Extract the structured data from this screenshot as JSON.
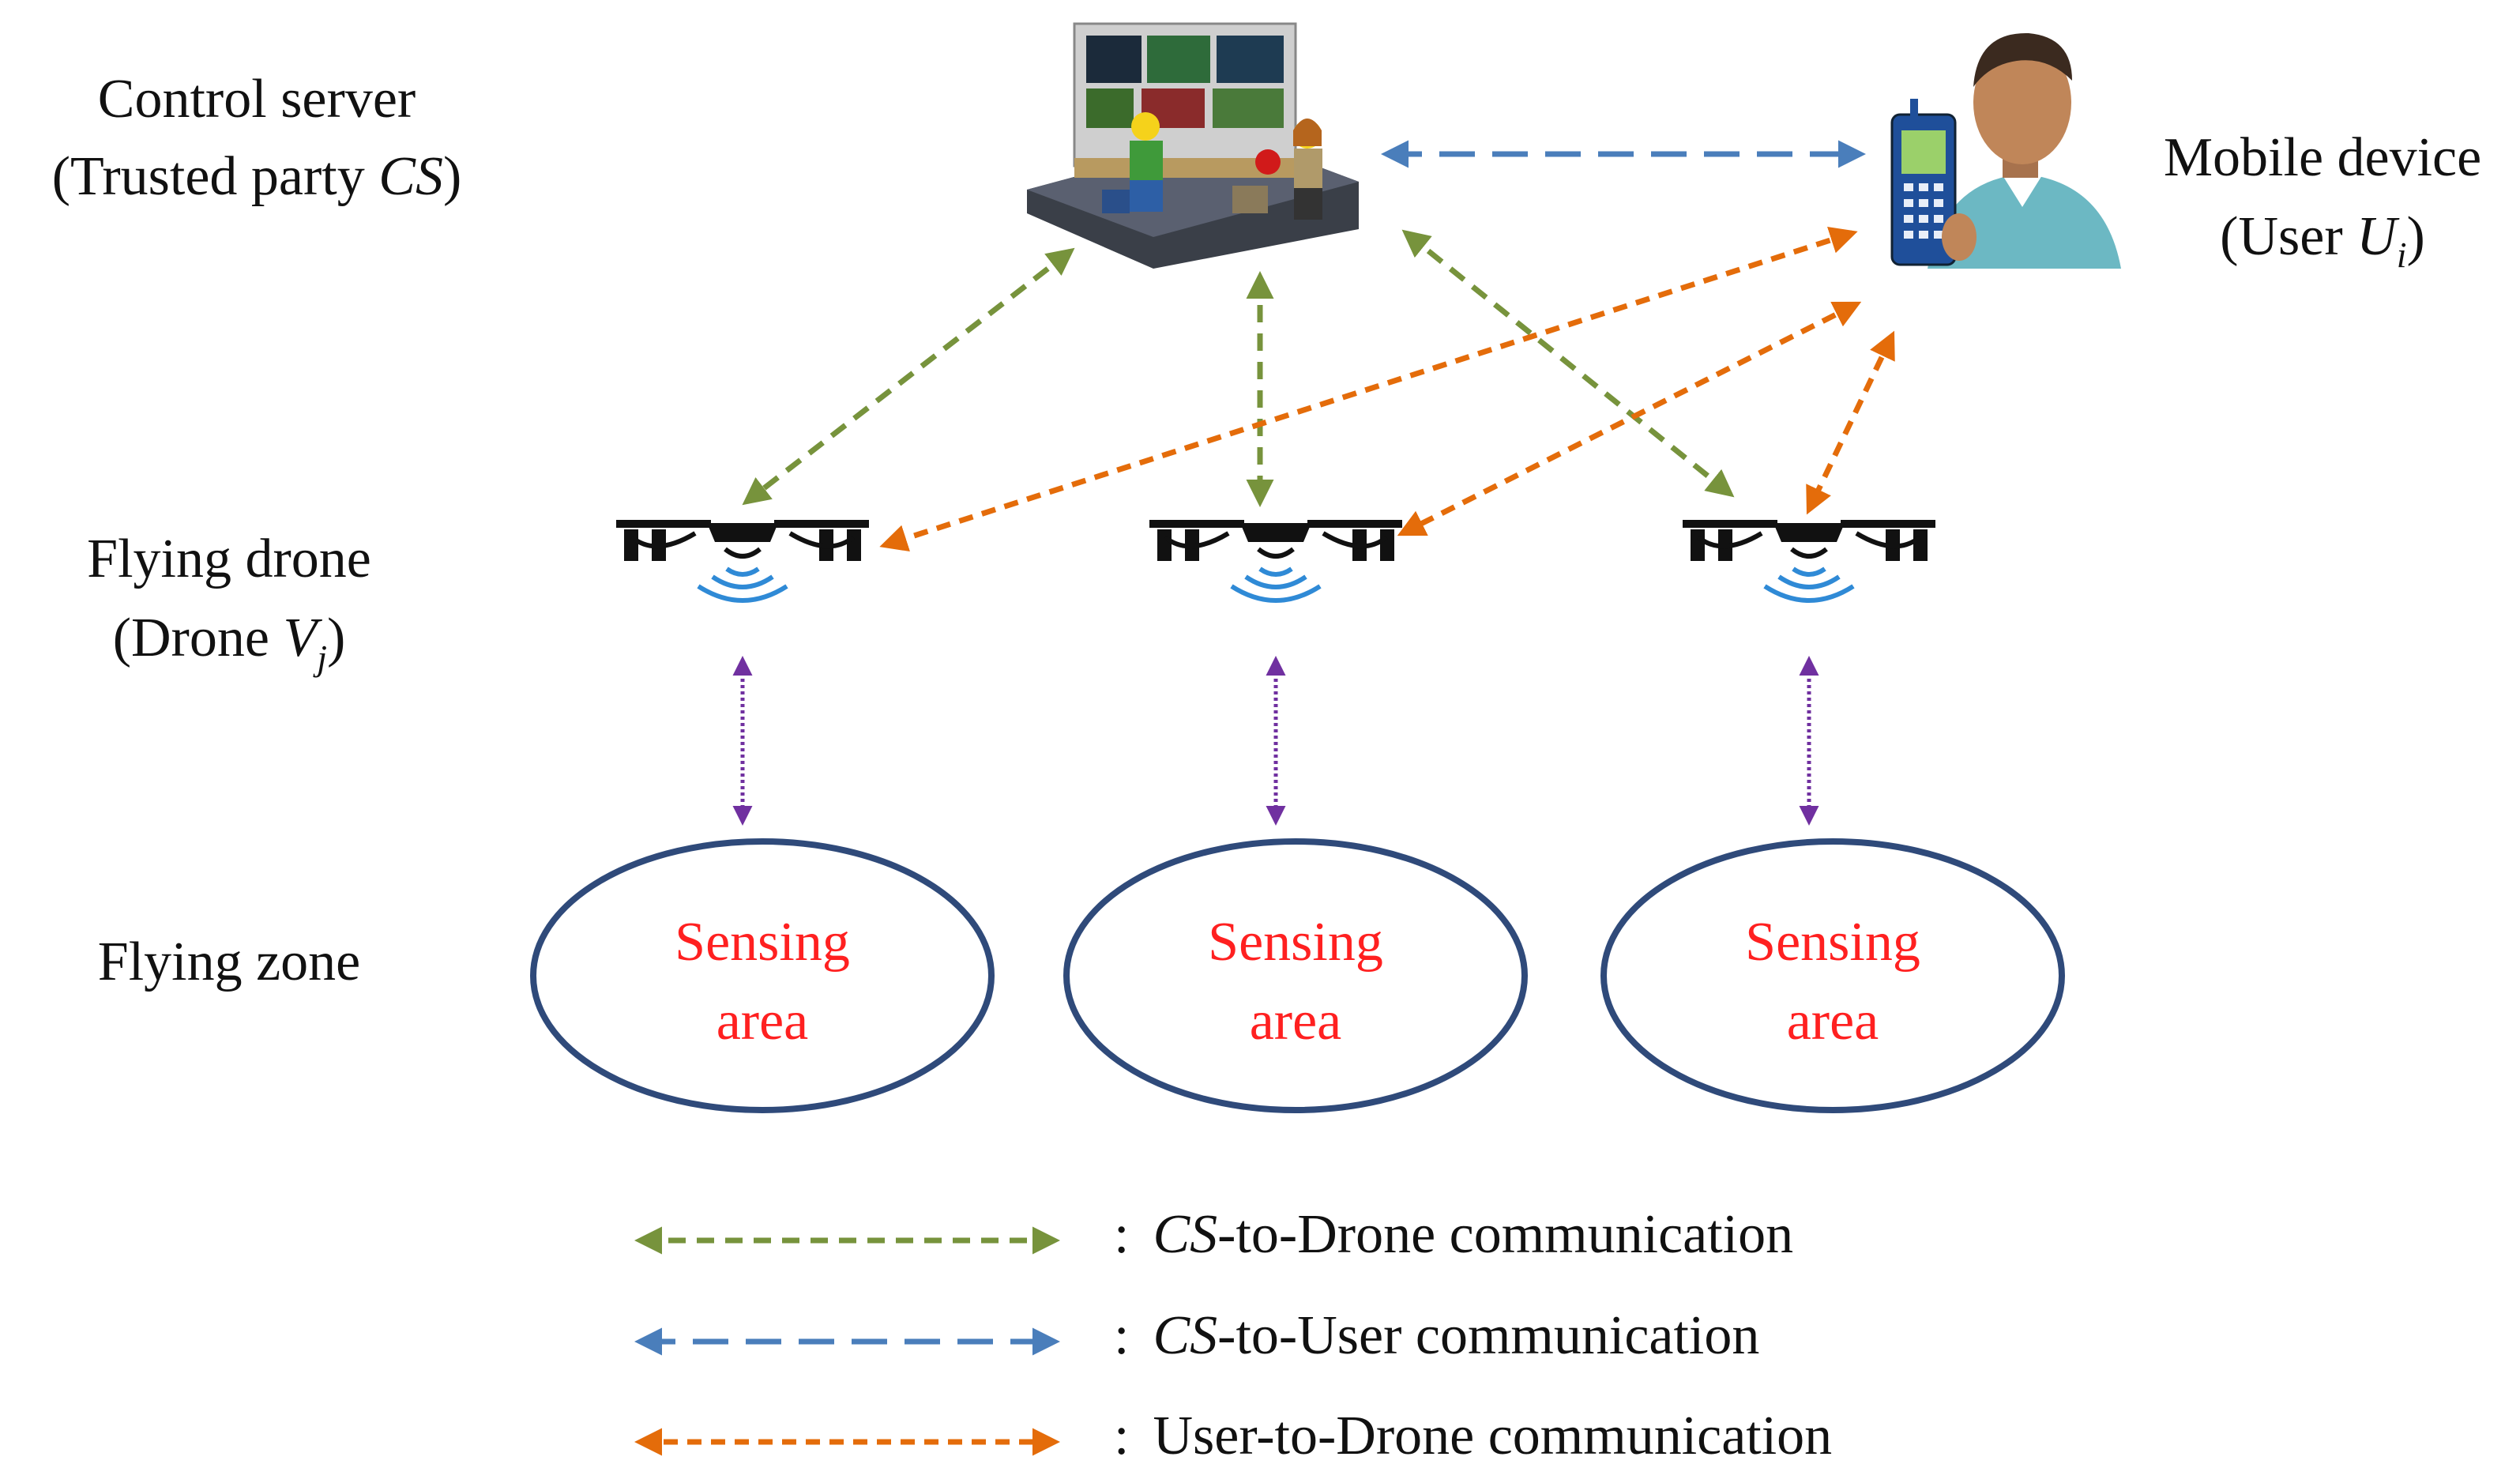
{
  "labels": {
    "control_server_line1": "Control server",
    "control_server_line2_prefix": "(Trusted party ",
    "control_server_line2_italic": "CS",
    "control_server_line2_suffix": ")",
    "mobile_device_line1": "Mobile device",
    "mobile_device_line2_prefix": "(User ",
    "mobile_device_line2_italic": "U",
    "mobile_device_line2_sub": "i",
    "mobile_device_line2_suffix": ")",
    "flying_drone_line1": "Flying drone",
    "flying_drone_line2_prefix": "(Drone ",
    "flying_drone_line2_italic": "V",
    "flying_drone_line2_sub": "j",
    "flying_drone_line2_suffix": ")",
    "flying_zone": "Flying zone"
  },
  "sensing_areas": [
    {
      "line1": "Sensing",
      "line2": "area"
    },
    {
      "line1": "Sensing",
      "line2": "area"
    },
    {
      "line1": "Sensing",
      "line2": "area"
    }
  ],
  "legend": {
    "separator": ":",
    "cs_drone_italic": "CS",
    "cs_drone_rest": "-to-Drone communication",
    "cs_user_italic": "CS",
    "cs_user_rest": "-to-User communication",
    "user_drone_text": "User-to-Drone communication"
  },
  "colors": {
    "cs_drone": "#77933c",
    "cs_user": "#4a7ebb",
    "user_drone": "#e46c0a",
    "drone_zone": "#7030a0",
    "ellipse": "#2f4a7a",
    "sensing_text": "#ff2020"
  },
  "icons": {
    "control_server": "control-room-icon",
    "mobile_user": "user-with-phone-icon",
    "drone": "quadcopter-drone-icon"
  }
}
